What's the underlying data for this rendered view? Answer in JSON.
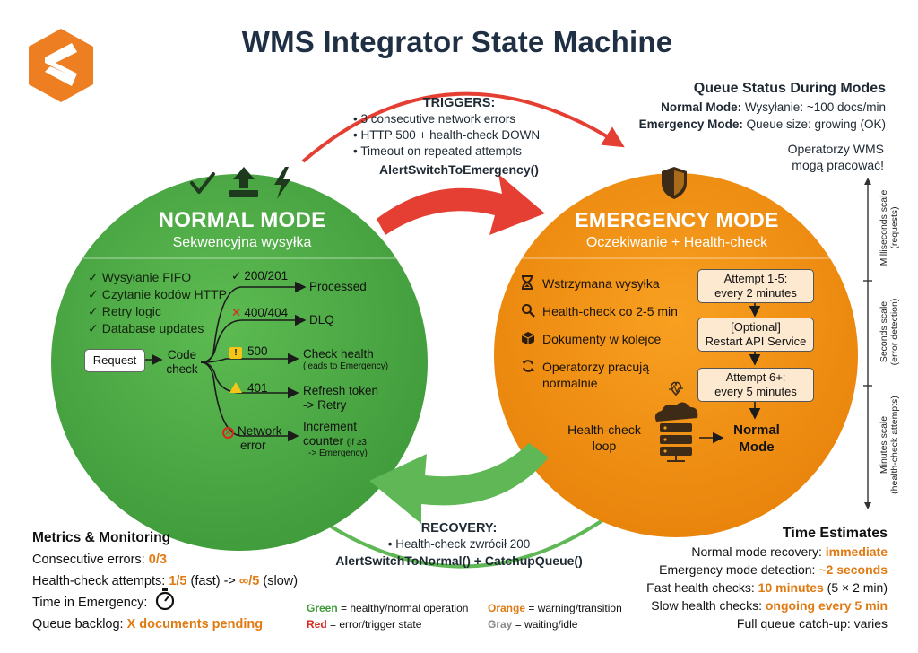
{
  "title": "WMS Integrator State Machine",
  "colors": {
    "green": "#4cab45",
    "orange": "#f2900e",
    "red_arrow": "#e53f33",
    "green_arrow": "#5fb755",
    "navy": "#1f2f44",
    "accent": "#e07a12"
  },
  "triggers": {
    "heading": "TRIGGERS:",
    "items": [
      "• 3 consecutive network errors",
      "• HTTP 500 + health-check DOWN",
      "• Timeout on repeated attempts"
    ],
    "function": "AlertSwitchToEmergency()"
  },
  "queue_status": {
    "heading": "Queue Status During Modes",
    "normal_label": "Normal Mode:",
    "normal_value": " Wysyłanie: ~100 docs/min",
    "emergency_label": "Emergency Mode:",
    "emergency_value": " Queue size: growing (OK)",
    "operators_line1": "Operatorzy WMS",
    "operators_line2": "mogą pracować!"
  },
  "normal_mode": {
    "title": "NORMAL MODE",
    "subtitle": "Sekwencyjna wysyłka",
    "icons": [
      "checkmark-icon",
      "upload-icon",
      "lightning-icon"
    ],
    "features": [
      "Wysyłanie FIFO",
      "Czytanie kodów HTTP",
      "Retry logic",
      "Database updates"
    ],
    "request": "Request",
    "code_check_1": "Code",
    "code_check_2": "check",
    "branches": {
      "b200": "200/201",
      "processed": "Processed",
      "b400": "400/404",
      "dlq": "DLQ",
      "b500": "500",
      "check_health": "Check health",
      "check_health_note": "(leads to Emergency)",
      "b401": "401",
      "refresh_1": "Refresh token",
      "refresh_2": "-> Retry",
      "net_1": "Network",
      "net_2": "error",
      "inc_1": "Increment",
      "inc_2": "counter",
      "inc_note_1": "(if ≥3",
      "inc_note_2": "-> Emergency)"
    }
  },
  "emergency_mode": {
    "title": "EMERGENCY MODE",
    "subtitle": "Oczekiwanie + Health-check",
    "features": [
      {
        "icon": "hourglass-icon",
        "line1": "Wstrzymana wysyłka",
        "line2": ""
      },
      {
        "icon": "magnifier-icon",
        "line1": "Health-check co 2-5 min",
        "line2": ""
      },
      {
        "icon": "box-icon",
        "line1": "Dokumenty w kolejce",
        "line2": ""
      },
      {
        "icon": "refresh-icon",
        "line1": "Operatorzy pracują",
        "line2": "normalnie"
      }
    ],
    "attempt1_1": "Attempt 1-5:",
    "attempt1_2": "every 2 minutes",
    "optional_1": "[Optional]",
    "optional_2": "Restart API Service",
    "attempt6_1": "Attempt 6+:",
    "attempt6_2": "every 5 minutes",
    "hc_loop_1": "Health-check",
    "hc_loop_2": "loop",
    "normal_1": "Normal",
    "normal_2": "Mode"
  },
  "recovery": {
    "heading": "RECOVERY:",
    "item": "• Health-check zwrócił 200",
    "function": "AlertSwitchToNormal() + CatchupQueue()"
  },
  "scales": {
    "ms": "Milliseconds scale",
    "ms_sub": "(requests)",
    "s": "Seconds scale",
    "s_sub": "(error detection)",
    "min": "Minutes scale",
    "min_sub": "(health-check attempts)"
  },
  "metrics": {
    "heading": "Metrics & Monitoring",
    "consecutive_label": "Consecutive errors: ",
    "consecutive_value": "0/3",
    "hc_label": "Health-check attempts: ",
    "hc_fast": "1/5",
    "hc_mid": " (fast) -> ",
    "hc_slow": "∞/5",
    "hc_end": " (slow)",
    "time_label": "Time in Emergency: ",
    "backlog_label": "Queue backlog: ",
    "backlog_value": "X documents pending"
  },
  "legend": {
    "green_word": "Green",
    "green_text": " = healthy/normal operation",
    "orange_word": "Orange",
    "orange_text": " = warning/transition",
    "red_word": "Red",
    "red_text": " = error/trigger state",
    "gray_word": "Gray",
    "gray_text": " = waiting/idle"
  },
  "time_estimates": {
    "heading": "Time Estimates",
    "r1_label": "Normal mode recovery: ",
    "r1_value": "immediate",
    "r2_label": "Emergency mode detection: ",
    "r2_value": "~2 seconds",
    "r3_label": "Fast health checks: ",
    "r3_value": "10 minutes",
    "r3_extra": " (5 × 2 min)",
    "r4_label": "Slow health checks: ",
    "r4_value": "ongoing every 5 min",
    "r5_label": "Full queue catch-up: ",
    "r5_value": "varies"
  }
}
